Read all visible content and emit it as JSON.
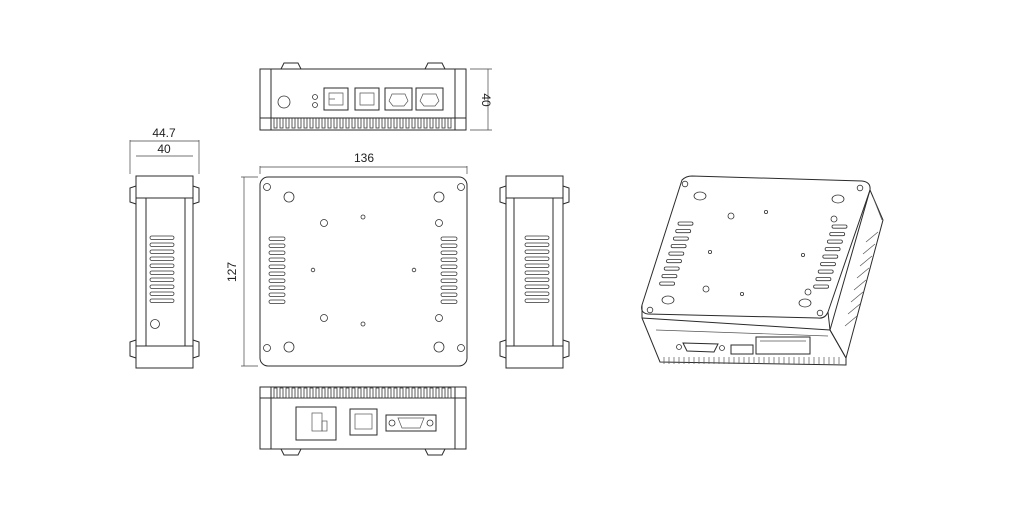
{
  "dimensions": {
    "width_top": "136",
    "height_side": "127",
    "depth_outer": "44.7",
    "depth_inner": "40",
    "height_front": "40"
  },
  "colors": {
    "line": "#2b2b2b",
    "background": "#ffffff"
  }
}
